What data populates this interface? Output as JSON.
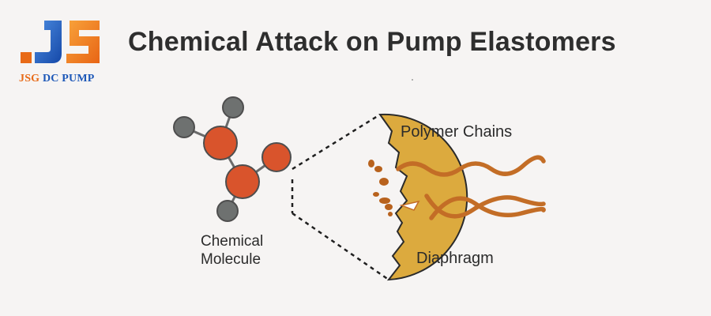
{
  "brand": {
    "logo_prefix": "JSG",
    "logo_suffix": "DC PUMP",
    "logo_letters": "JS",
    "colors": {
      "orange": "#e86a17",
      "blue": "#1d58b8"
    }
  },
  "title": "Chemical Attack on Pump Elastomers",
  "labels": {
    "molecule": "Chemical\nMolecule",
    "polymer_chains": "Polymer Chains",
    "diaphragm": "Diaphragm"
  },
  "colors": {
    "background": "#f6f4f3",
    "title": "#2e2e2e",
    "molecule_center_atom": "#d9542c",
    "molecule_end_atom": "#6e7170",
    "diaphragm_fill": "#dcaa3e",
    "polymer_chain": "#c36d26",
    "debris": "#b8621d"
  },
  "icons": [
    "brand-logo-icon",
    "chemical-molecule-icon",
    "diaphragm-cross-section-icon",
    "polymer-chain-icon"
  ]
}
